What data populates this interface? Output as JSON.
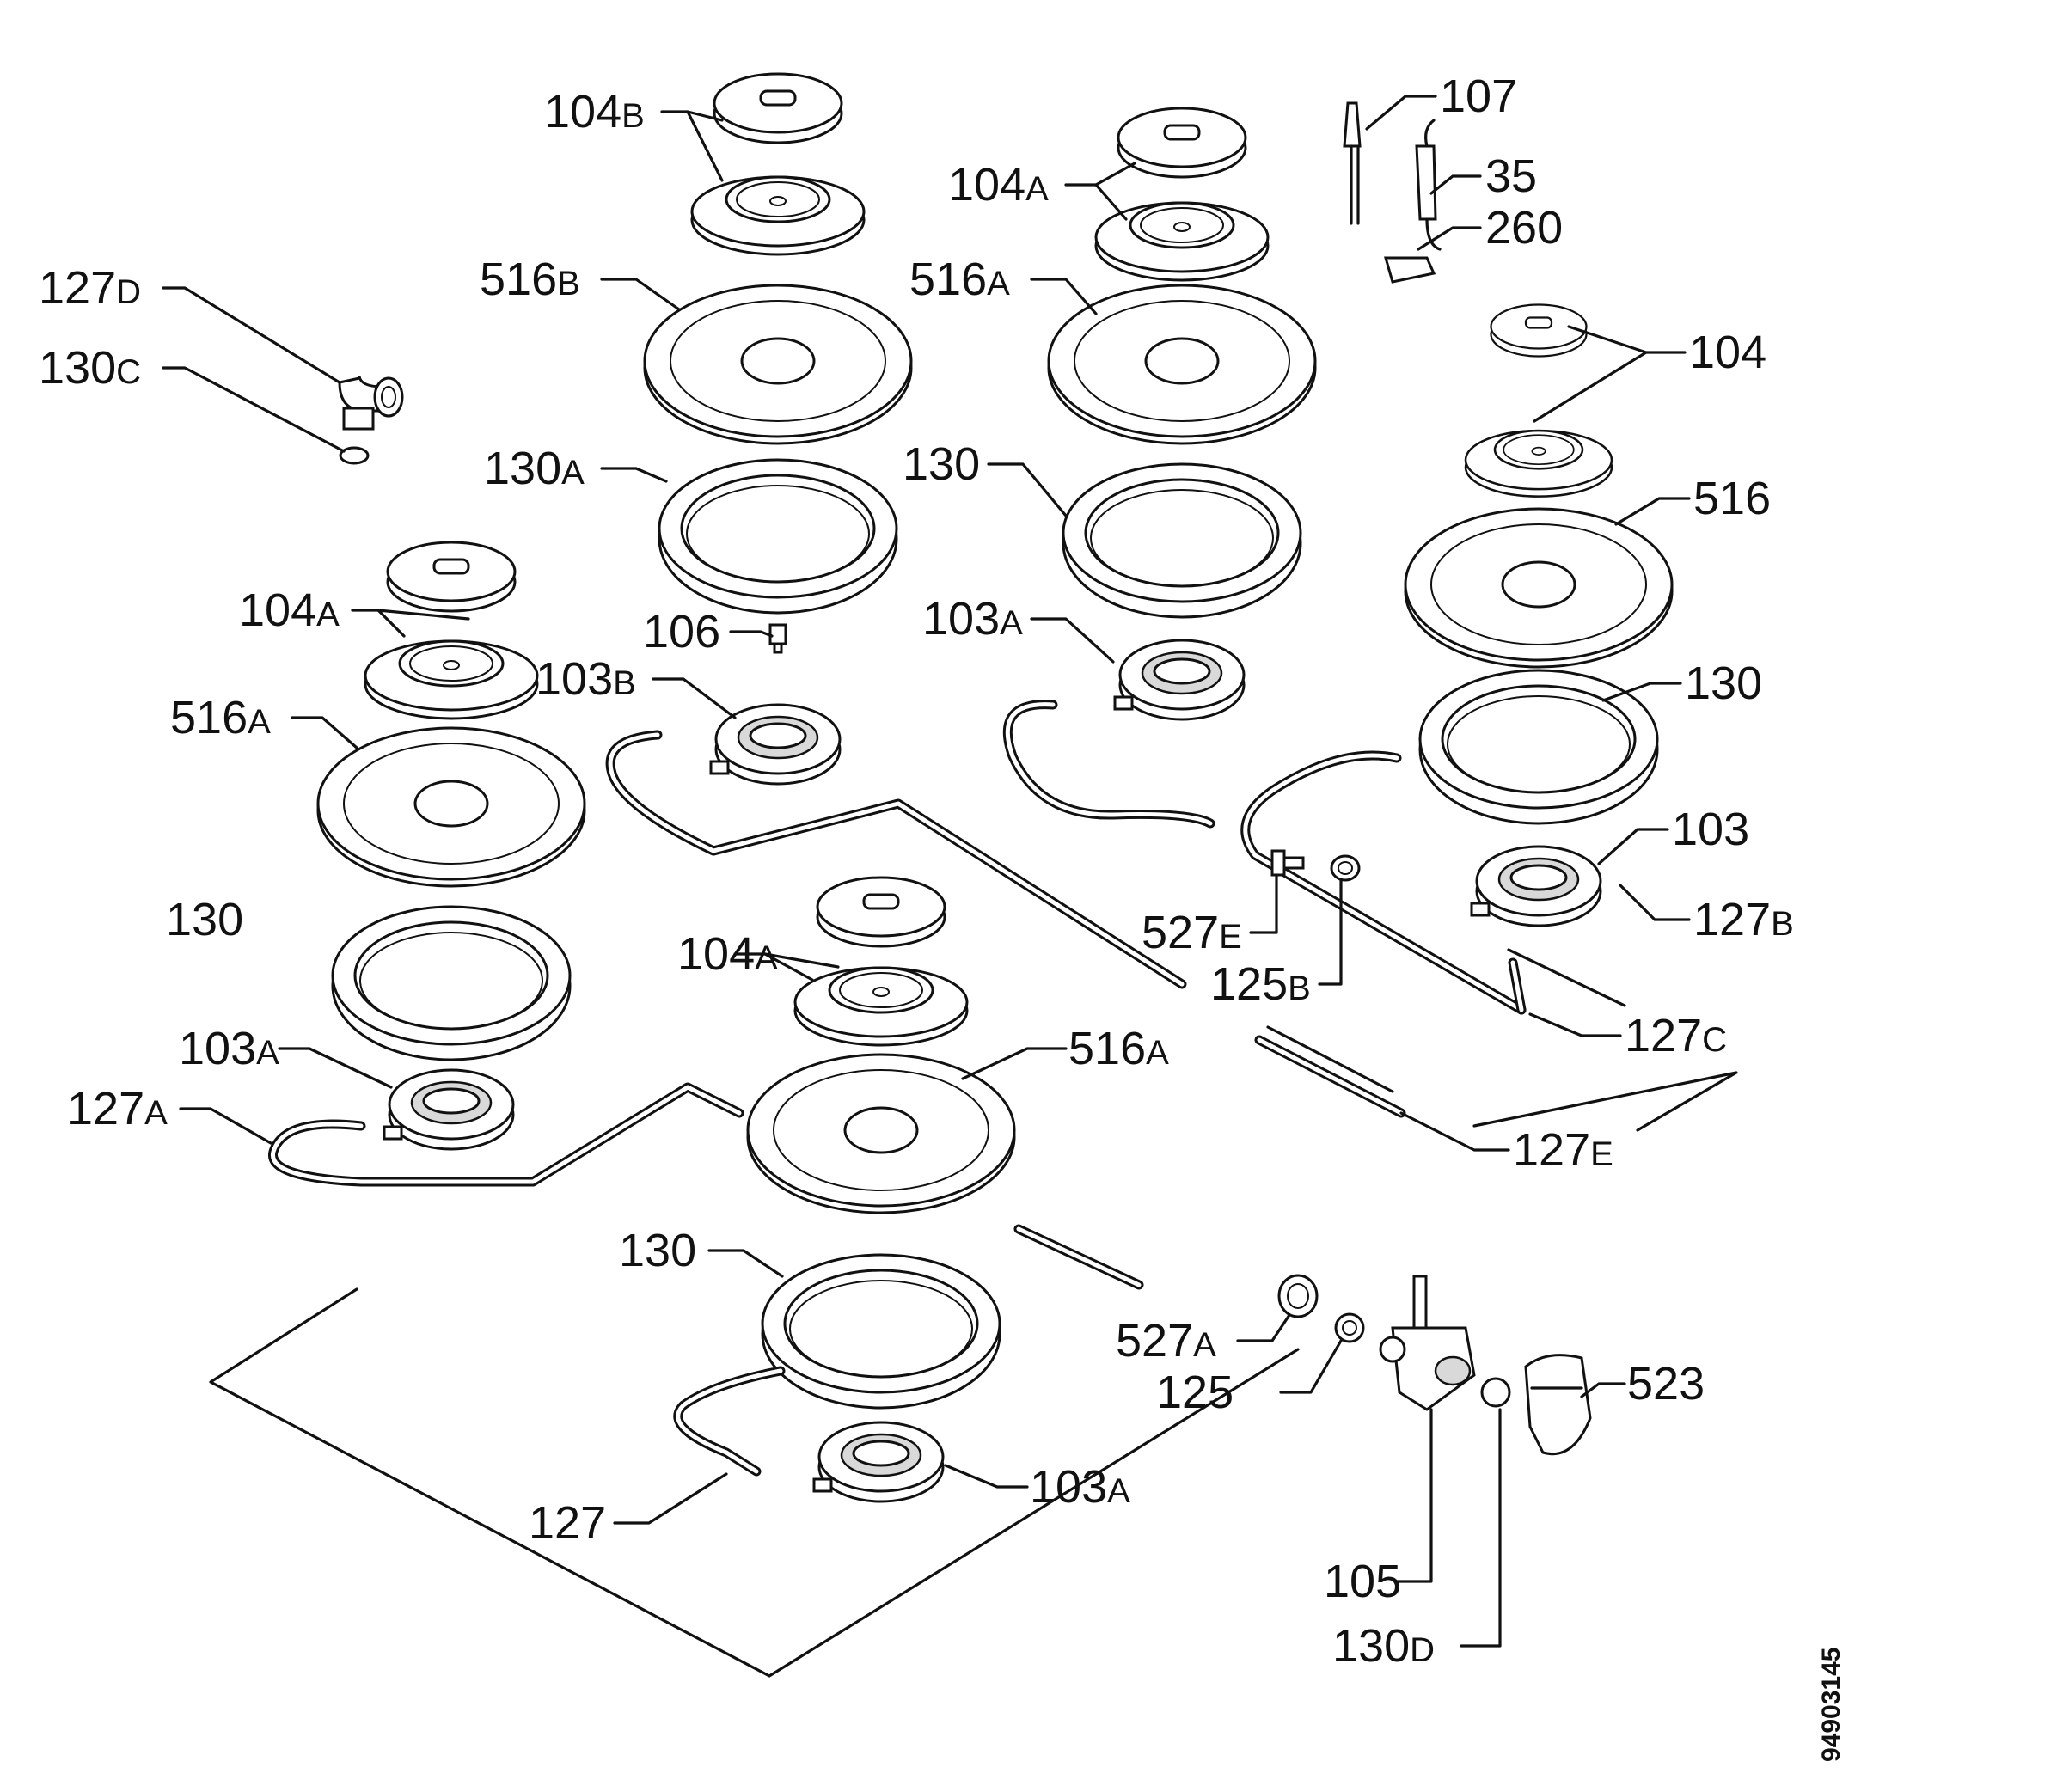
{
  "labels": [
    {
      "num": "104",
      "suf": "B"
    },
    {
      "num": "104",
      "suf": "A"
    },
    {
      "num": "107",
      "suf": ""
    },
    {
      "num": "35",
      "suf": ""
    },
    {
      "num": "260",
      "suf": ""
    },
    {
      "num": "127",
      "suf": "D"
    },
    {
      "num": "130",
      "suf": "C"
    },
    {
      "num": "516",
      "suf": "B"
    },
    {
      "num": "516",
      "suf": "A"
    },
    {
      "num": "104",
      "suf": ""
    },
    {
      "num": "130",
      "suf": "A"
    },
    {
      "num": "130",
      "suf": ""
    },
    {
      "num": "516",
      "suf": ""
    },
    {
      "num": "106",
      "suf": ""
    },
    {
      "num": "103",
      "suf": "A"
    },
    {
      "num": "104",
      "suf": "A"
    },
    {
      "num": "103",
      "suf": "B"
    },
    {
      "num": "130",
      "suf": ""
    },
    {
      "num": "516",
      "suf": "A"
    },
    {
      "num": "103",
      "suf": ""
    },
    {
      "num": "127",
      "suf": "B"
    },
    {
      "num": "527",
      "suf": "E"
    },
    {
      "num": "130",
      "suf": ""
    },
    {
      "num": "104",
      "suf": "A"
    },
    {
      "num": "125",
      "suf": "B"
    },
    {
      "num": "103",
      "suf": "A"
    },
    {
      "num": "516",
      "suf": "A"
    },
    {
      "num": "127",
      "suf": "C"
    },
    {
      "num": "127",
      "suf": "A"
    },
    {
      "num": "127",
      "suf": "E"
    },
    {
      "num": "130",
      "suf": ""
    },
    {
      "num": "527",
      "suf": "A"
    },
    {
      "num": "125",
      "suf": ""
    },
    {
      "num": "523",
      "suf": ""
    },
    {
      "num": "127",
      "suf": ""
    },
    {
      "num": "103",
      "suf": "A"
    },
    {
      "num": "105",
      "suf": ""
    },
    {
      "num": "130",
      "suf": "D"
    }
  ],
  "doc_number": "94903145"
}
